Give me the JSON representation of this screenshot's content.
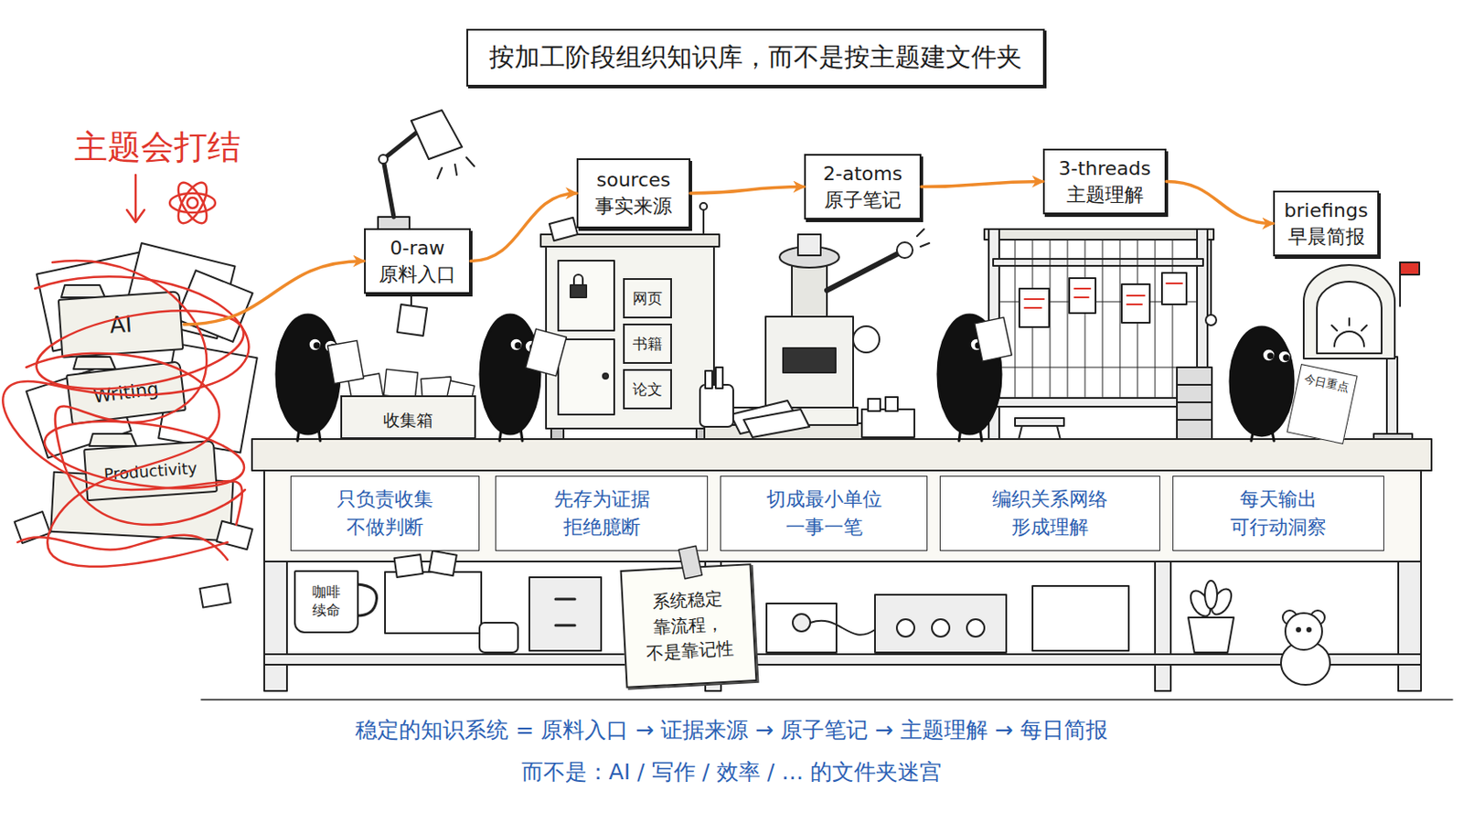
{
  "diagram": {
    "title": "按加工阶段组织知识库，而不是按主题建文件夹",
    "caption": "稳定的知识系统 = 原料入口 → 证据来源 → 原子笔记 → 主题理解 → 每日简报",
    "nodes": [
      {
        "text": [
          "AI"
        ]
      },
      {
        "text": [
          "Writing"
        ]
      },
      {
        "text": [
          "Productivity"
        ]
      },
      {
        "text": [
          "0-raw",
          "原料入口"
        ]
      },
      {
        "text": [
          "收集箱"
        ]
      },
      {
        "text": [
          "sources",
          "事实来源"
        ]
      },
      {
        "text": [
          "网页"
        ]
      },
      {
        "text": [
          "书籍"
        ]
      },
      {
        "text": [
          "论文"
        ]
      },
      {
        "text": [
          "2-atoms",
          "原子笔记"
        ]
      },
      {
        "text": [
          "3-threads",
          "主题理解"
        ]
      },
      {
        "text": [
          "briefings",
          "早晨简报"
        ]
      },
      {
        "text": [
          "今日重点"
        ]
      },
      {
        "text": [
          "只负责收集 不做判断"
        ]
      },
      {
        "text": [
          "先存为证据 拒绝臆断"
        ]
      },
      {
        "text": [
          "切成最小单位 一事一笔"
        ]
      },
      {
        "text": [
          "编织关系网络 形成理解"
        ]
      },
      {
        "text": [
          "每天输出 可行动洞察"
        ]
      },
      {
        "text": [
          "系统稳定 靠流程， 不是靠记性"
        ]
      },
      {
        "text": [
          "咖啡 续命"
        ]
      }
    ],
    "edges": [
      {
        "from": 0,
        "to": 3,
        "arrow": "to"
      },
      {
        "from": 3,
        "to": 5,
        "arrow": "to"
      },
      {
        "from": 5,
        "to": 9,
        "arrow": "to"
      },
      {
        "from": 9,
        "to": 10,
        "arrow": "to"
      },
      {
        "from": 10,
        "to": 11,
        "arrow": "to"
      }
    ],
    "labels": [
      "主题会打结",
      "而不是：AI / 写作 / 效率 / … 的文件夹迷宫"
    ]
  }
}
